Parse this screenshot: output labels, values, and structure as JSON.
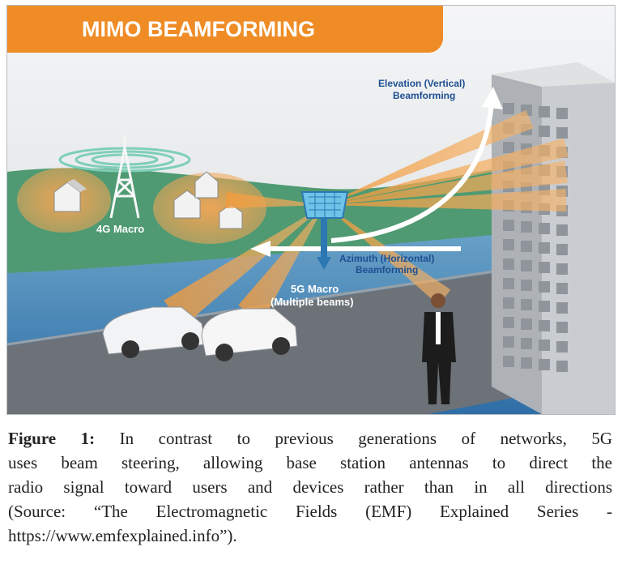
{
  "figure": {
    "banner_title": "MIMO BEAMFORMING",
    "labels": {
      "elevation_line1": "Elevation (Vertical)",
      "elevation_line2": "Beamforming",
      "macro_4g": "4G Macro",
      "azimuth_line1": "Azimuth (Horizontal)",
      "azimuth_line2": "Beamforming",
      "macro_5g_line1": "5G Macro",
      "macro_5g_line2": "(Multiple beams)"
    },
    "colors": {
      "banner": "#ef8c26",
      "beam": "#f5a24a",
      "sky": "#e8eaec",
      "grass": "#4f9a72",
      "water": "#4e8fbf",
      "road": "#6d7278",
      "building": "#b9bdc2",
      "label_blue": "#1d4f91"
    }
  },
  "caption": {
    "label": "Figure 1:",
    "line1": "In contrast to previous generations of networks, 5G",
    "line2": "uses beam steering, allowing base station antennas to direct the",
    "line3": "radio signal toward users and devices rather than in all directions",
    "line4": "(Source: “The Electromagnetic Fields (EMF) Explained Series -",
    "line5": "https://www.emfexplained.info”)."
  }
}
